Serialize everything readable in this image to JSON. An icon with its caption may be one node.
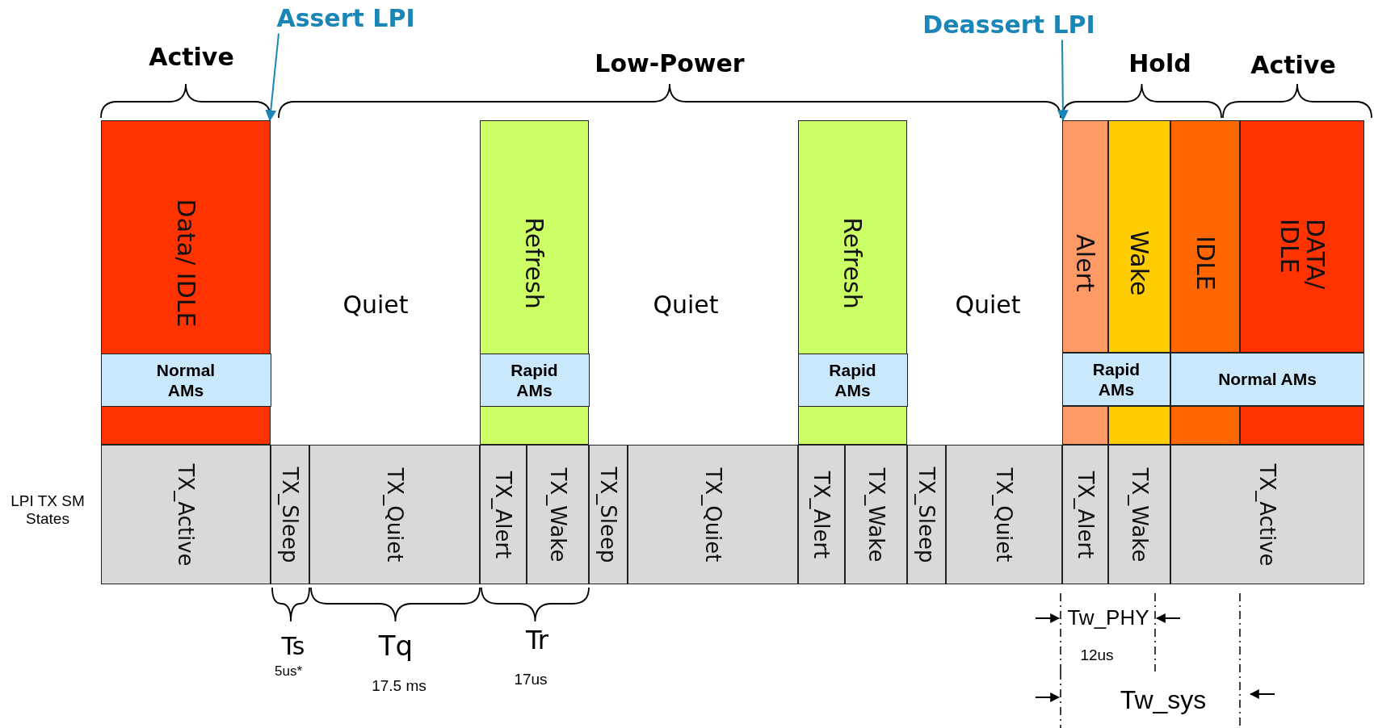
{
  "diagram": {
    "nodes": [
      {
        "text": [
          "Assert LPI"
        ]
      },
      {
        "text": [
          "Deassert LPI"
        ]
      },
      {
        "text": [
          "Data/ IDLE"
        ]
      },
      {
        "text": [
          "Normal AMs"
        ],
        "in": 2
      },
      {
        "text": [
          "Refresh"
        ]
      },
      {
        "text": [
          "Rapid AMs"
        ],
        "in": 4
      },
      {
        "text": [
          "Refresh"
        ]
      },
      {
        "text": [
          "Rapid AMs"
        ],
        "in": 6
      },
      {
        "text": [
          "Alert"
        ]
      },
      {
        "text": [
          "Wake"
        ]
      },
      {
        "text": [
          "IDLE"
        ]
      },
      {
        "text": [
          "DATA/ IDLE"
        ]
      },
      {
        "text": [
          "Rapid AMs"
        ]
      },
      {
        "text": [
          "Normal AMs"
        ]
      },
      {
        "text": [
          "TX_Active"
        ]
      },
      {
        "text": [
          "TX_Sleep"
        ]
      },
      {
        "text": [
          "TX_Quiet"
        ]
      },
      {
        "text": [
          "TX_Alert"
        ]
      },
      {
        "text": [
          "TX_Wake"
        ]
      },
      {
        "text": [
          "TX_Sleep"
        ]
      },
      {
        "text": [
          "TX_Quiet"
        ]
      },
      {
        "text": [
          "TX_Alert"
        ]
      },
      {
        "text": [
          "TX_Wake"
        ]
      },
      {
        "text": [
          "TX_Sleep"
        ]
      },
      {
        "text": [
          "TX_Quiet"
        ]
      },
      {
        "text": [
          "TX_Alert"
        ]
      },
      {
        "text": [
          "TX_Wake"
        ]
      },
      {
        "text": [
          "TX_Active"
        ]
      }
    ],
    "edges": [
      {
        "from": 0,
        "to": 2,
        "arrow": "to"
      },
      {
        "from": 1,
        "to": 8,
        "arrow": "to"
      }
    ],
    "labels": [
      "Active",
      "Low-Power",
      "Hold",
      "Active",
      "Quiet",
      "Quiet",
      "Quiet",
      "LPI TX SM States",
      "Ts",
      "5us*",
      "Tq",
      "17.5 ms",
      "Tr",
      "17us",
      "Tw_PHY",
      "12us",
      "Tw_sys"
    ]
  }
}
